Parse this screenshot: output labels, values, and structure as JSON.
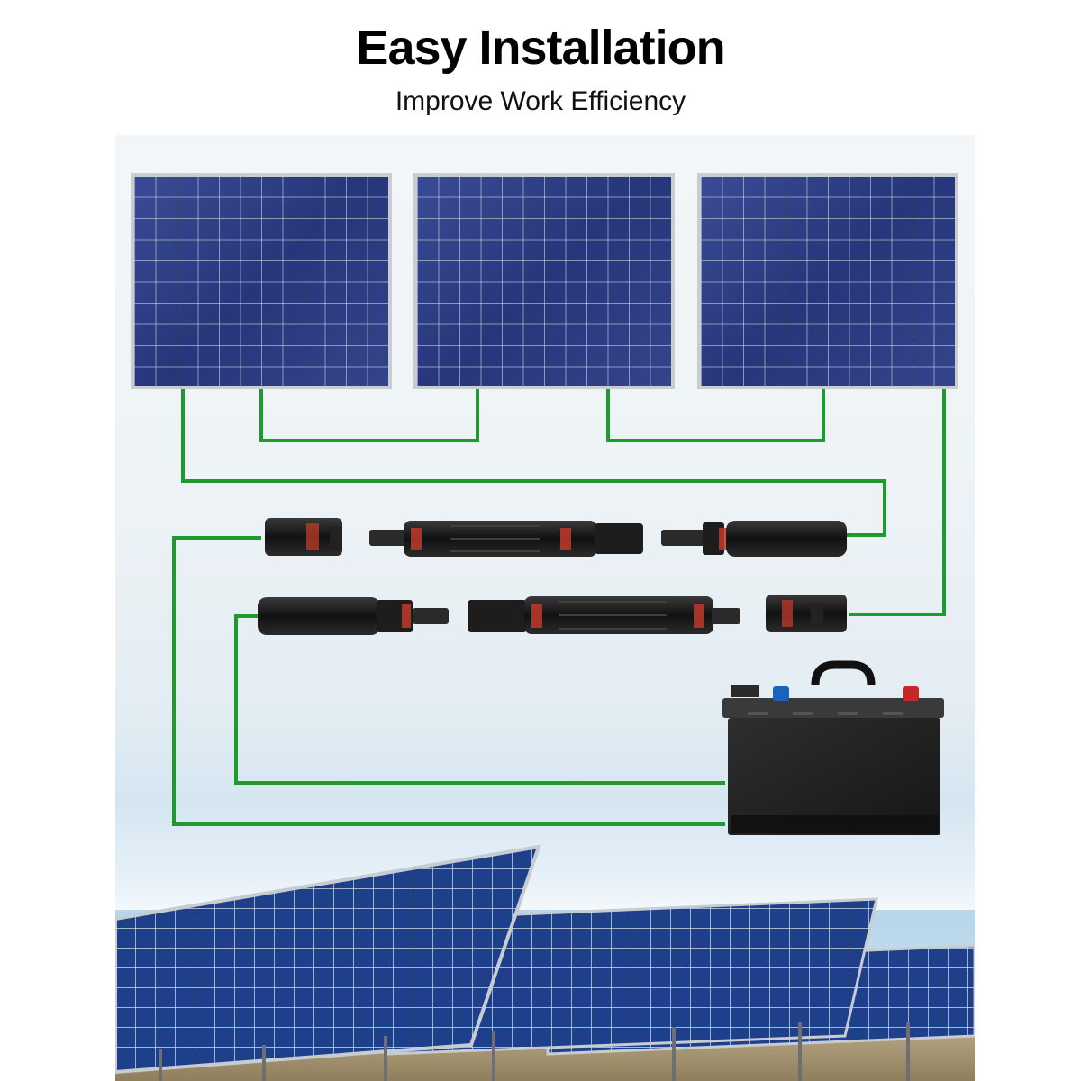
{
  "header": {
    "title": "Easy Installation",
    "subtitle": "Improve Work Efficiency"
  },
  "diagram": {
    "panel_count": 3,
    "wire_color": "#1f9a2c",
    "connector_color": "#1c1c1c",
    "connector_ring_color": "#c0392b",
    "battery_positive_color": "#c62828",
    "battery_negative_color": "#1565c0"
  }
}
